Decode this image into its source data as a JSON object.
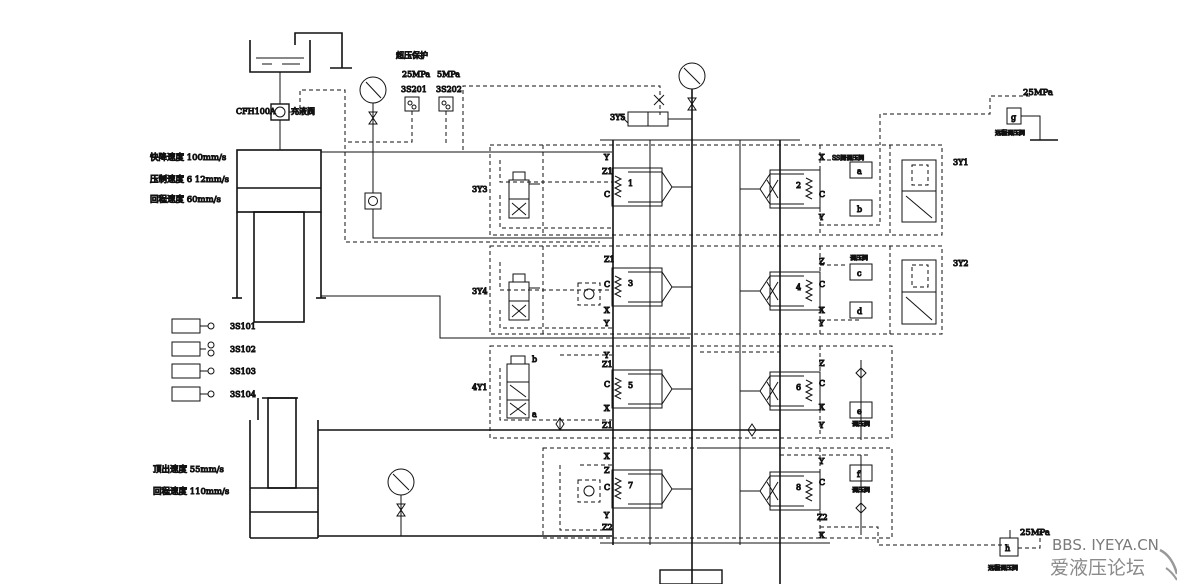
{
  "labels": {
    "overload": "超压保护",
    "p25": "25MPa",
    "p5": "5MPa",
    "s201": "3S201",
    "s202": "3S202",
    "cfh_code": "CFH100A",
    "cfh_name": "充液阀",
    "y5": "3Y5",
    "speed1": "快降速度 100mm/s",
    "speed2": "压制速度 6  12mm/s",
    "speed3": "回程速度 60mm/s",
    "y3": "3Y3",
    "y4": "3Y4",
    "y1_left": "4Y1",
    "y1_right": "3Y1",
    "y2_right": "3Y2",
    "s101": "3S101",
    "s102": "3S102",
    "s103": "3S103",
    "s104": "3S104",
    "eject1": "顶出速度   55mm/s",
    "eject2": "回程速度   110mm/s",
    "p25_top": "25MPa",
    "remote_top": "远程调压阀",
    "p25_bot": "25MPa",
    "remote_bot": "远程调压阀",
    "letter_a": "a",
    "letter_b": "b",
    "letter_c": "c",
    "letter_d": "d",
    "letter_e": "e",
    "letter_f": "f",
    "letter_g": "g",
    "letter_h": "h",
    "anti_cav": "调压阀",
    "ss_valve": "SS阀调压阀",
    "port_x": "X",
    "port_y": "Y",
    "port_z": "Z",
    "port_c": "C",
    "port_z1": "Z1",
    "port_z2": "Z2",
    "n1": "1",
    "n2": "2",
    "n3": "3",
    "n4": "4",
    "n5": "5",
    "n6": "6",
    "n7": "7",
    "n8": "8"
  },
  "watermark": {
    "url": "BBS. IYEYA.CN",
    "name": "爱液压论坛"
  }
}
